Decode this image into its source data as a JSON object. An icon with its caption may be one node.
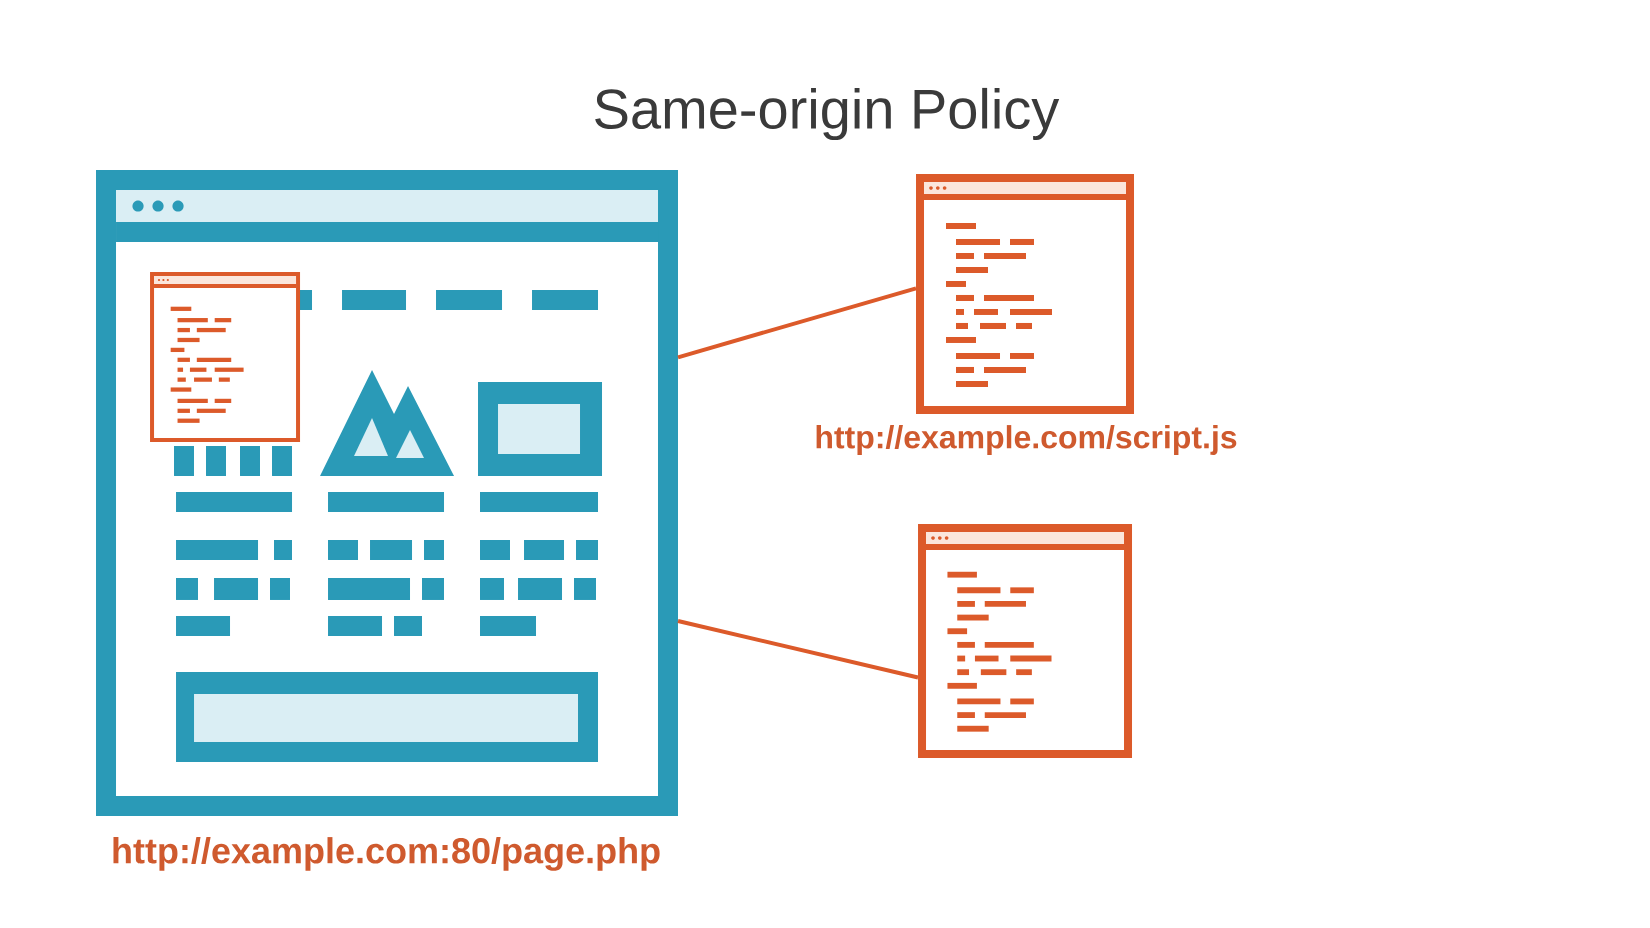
{
  "diagram": {
    "title": "Same-origin Policy",
    "nodes": [
      {
        "text": [],
        "shape": "window",
        "beside": [
          "http://example.com:80/page.php"
        ]
      },
      {
        "text": [],
        "shape": "window",
        "in": 0
      },
      {
        "text": [],
        "shape": "window",
        "beside": [
          "http://example.com/script.js"
        ]
      },
      {
        "text": [],
        "shape": "window"
      }
    ],
    "edges": [
      {
        "from": 0,
        "to": 2,
        "arrow": "none"
      },
      {
        "from": 0,
        "to": 3,
        "arrow": "none"
      }
    ]
  }
}
